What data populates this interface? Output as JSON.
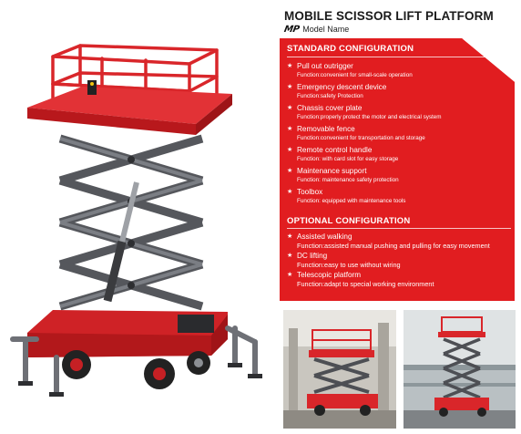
{
  "header": {
    "title": "MOBILE SCISSOR LIFT PLATFORM",
    "logo_text": "MP",
    "model_label": "Model Name"
  },
  "standard": {
    "heading": "STANDARD  CONFIGURATION",
    "items": [
      {
        "name": "Pull out outrigger",
        "func": "Function:convenient for small-scale operation"
      },
      {
        "name": "Emergency descent device",
        "func": "Function:safety Protection"
      },
      {
        "name": "Chassis cover plate",
        "func": "Function:properly protect the motor and electrical system"
      },
      {
        "name": "Removable fence",
        "func": "Function:convenient for transportation and storage"
      },
      {
        "name": "Remote control handle",
        "func": "Function: with card slot for easy storage"
      },
      {
        "name": "Maintenance support",
        "func": "Function: maintenance safety protection"
      },
      {
        "name": "Toolbox",
        "func": "Function: equipped with maintenance tools"
      }
    ]
  },
  "optional": {
    "heading": "OPTIONAL CONFIGURATION",
    "items": [
      {
        "name": "Assisted walking",
        "func": "Function:assisted manual pushing and pulling for easy movement"
      },
      {
        "name": "DC lifting",
        "func": "Function:easy to use without wiring"
      },
      {
        "name": "Telescopic platform",
        "func": "Function:adapt to special working environment"
      }
    ]
  },
  "colors": {
    "panel_red": "#e11d20",
    "lift_red": "#d9262a",
    "scissor_gray": "#5f6166",
    "text_dark": "#1a1a1a"
  },
  "icons": [
    "star-icon",
    "mp-logo",
    "panel-corner-arrow-icon"
  ]
}
